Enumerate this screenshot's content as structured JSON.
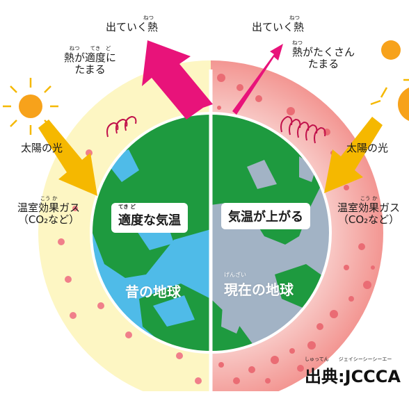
{
  "past": {
    "heat_out": "出ていく熱",
    "heat_out_ruby": "ねつ",
    "heat_kept": [
      "熱が適度に",
      "たまる"
    ],
    "heat_kept_ruby": "ねつ　　てき　ど",
    "sunlight": "太陽の光",
    "greenhouse_gas": "温室効果ガス",
    "greenhouse_gas_ruby": "こう か",
    "co2": "（CO₂など）",
    "temperature_box": "適度な気温",
    "temperature_ruby": "てき ど",
    "earth_label": "昔の地球"
  },
  "present": {
    "heat_out": "出ていく熱",
    "heat_out_ruby": "ねつ",
    "heat_kept": [
      "熱がたくさん",
      "たまる"
    ],
    "heat_kept_ruby": "ねつ",
    "sunlight": "太陽の光",
    "greenhouse_gas": "温室効果ガス",
    "greenhouse_gas_ruby": "こう か",
    "co2": "（CO₂など）",
    "temperature_box": "気温が上がる",
    "earth_label": "現在の地球",
    "earth_label_ruby": "げんざい"
  },
  "source": {
    "text": "出典:JCCCA",
    "ruby": "しゅってん　　ジェイシーシーシーエー"
  },
  "colors": {
    "past_atmosphere": "#fdf6c3",
    "present_atmosphere": "#f6b8b6",
    "land": "#1e9a3f",
    "past_ocean": "#4fbbe8",
    "present_ocean": "#a2b3c5",
    "heat_arrow": "#e8137a",
    "sun_arrow": "#f5b800",
    "sun": "#f7a21b"
  }
}
